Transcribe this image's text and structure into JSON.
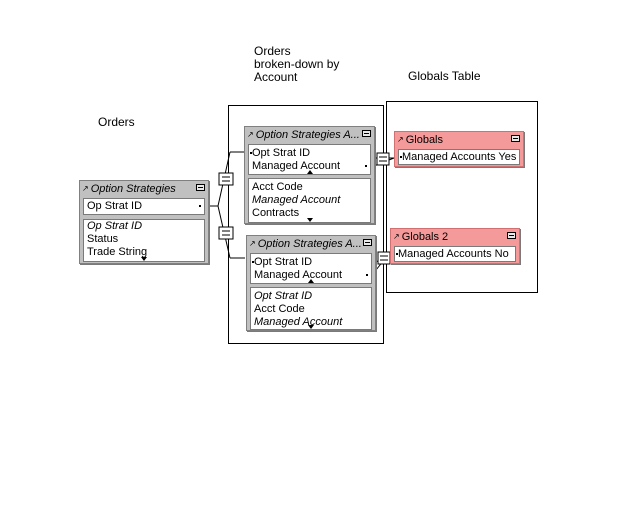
{
  "labels": {
    "orders": "Orders",
    "orders_by_account": "Orders\nbroken-down by\nAccount",
    "globals_table": "Globals Table"
  },
  "tables": {
    "option_strategies": {
      "title": "Option Strategies",
      "key_fields": [
        "Op Strat ID"
      ],
      "fields": [
        "Op Strat ID",
        "Status",
        "Trade String"
      ]
    },
    "osa1": {
      "title": "Option Strategies A...",
      "key_fields": [
        "Opt Strat ID",
        "Managed Account"
      ],
      "fields": [
        "Acct Code",
        "Managed Account",
        "Contracts"
      ]
    },
    "osa2": {
      "title": "Option Strategies A...",
      "key_fields": [
        "Opt Strat ID",
        "Managed Account"
      ],
      "fields": [
        "Opt Strat ID",
        "Acct Code",
        "Managed Account"
      ]
    },
    "globals": {
      "title": "Globals",
      "key_fields": [
        "Managed Accounts Yes"
      ]
    },
    "globals2": {
      "title": "Globals 2",
      "key_fields": [
        "Managed Accounts No"
      ]
    }
  },
  "colors": {
    "table_gray": "#c0c0c0",
    "table_pink": "#f49a9a"
  }
}
